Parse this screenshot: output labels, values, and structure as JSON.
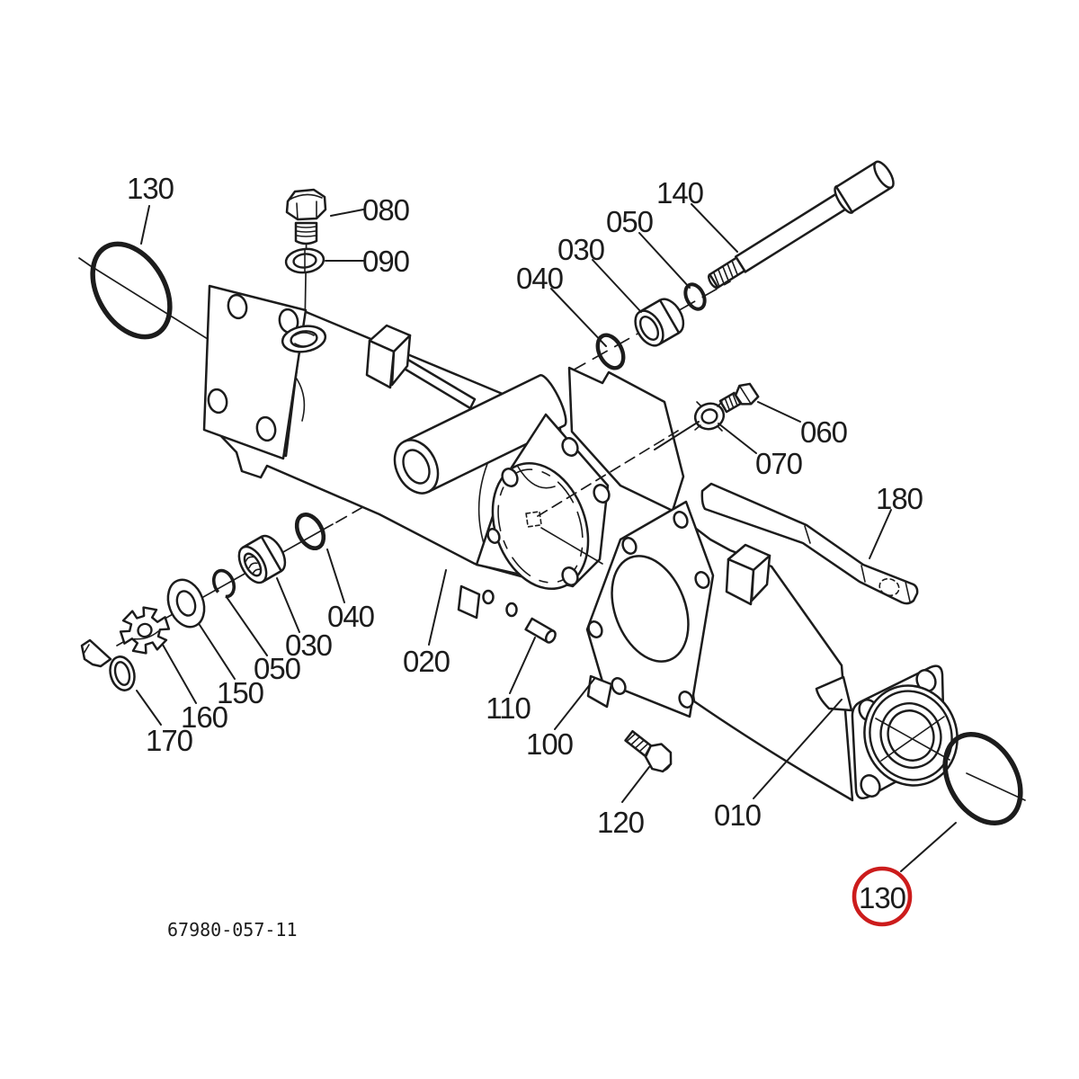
{
  "diagram": {
    "drawing_number": "67980-057-11",
    "colors": {
      "ink": "#1c1c1c",
      "highlight": "#cc1c1c",
      "paper": "#ffffff"
    },
    "highlighted_callout": "130",
    "callouts": [
      {
        "label": "130",
        "part": "o-ring-large",
        "position": "top-left",
        "highlighted": false
      },
      {
        "label": "080",
        "part": "hex-plug",
        "position": "top",
        "highlighted": false
      },
      {
        "label": "090",
        "part": "washer",
        "position": "top",
        "highlighted": false
      },
      {
        "label": "040",
        "part": "o-ring",
        "position": "upper-middle",
        "highlighted": false
      },
      {
        "label": "030",
        "part": "bushing",
        "position": "upper-middle",
        "highlighted": false
      },
      {
        "label": "050",
        "part": "o-ring-small",
        "position": "upper-middle",
        "highlighted": false
      },
      {
        "label": "140",
        "part": "shaft-bolt",
        "position": "top-right",
        "highlighted": false
      },
      {
        "label": "060",
        "part": "hex-plug-small",
        "position": "right",
        "highlighted": false
      },
      {
        "label": "070",
        "part": "lock-washer",
        "position": "right",
        "highlighted": false
      },
      {
        "label": "180",
        "part": "stay-strip",
        "position": "right",
        "highlighted": false
      },
      {
        "label": "020",
        "part": "gear-case-housing",
        "position": "center",
        "highlighted": false
      },
      {
        "label": "110",
        "part": "dowel-pin",
        "position": "center",
        "highlighted": false
      },
      {
        "label": "100",
        "part": "gasket",
        "position": "center",
        "highlighted": false
      },
      {
        "label": "120",
        "part": "flange-bolt",
        "position": "bottom-center",
        "highlighted": false
      },
      {
        "label": "010",
        "part": "axle-case-housing",
        "position": "bottom-right",
        "highlighted": false
      },
      {
        "label": "170",
        "part": "clip",
        "position": "bottom-left",
        "highlighted": false
      },
      {
        "label": "160",
        "part": "slotted-nut",
        "position": "bottom-left",
        "highlighted": false
      },
      {
        "label": "150",
        "part": "washer",
        "position": "bottom-left",
        "highlighted": false
      },
      {
        "label": "050",
        "part": "snap-ring",
        "position": "bottom-left",
        "highlighted": false
      },
      {
        "label": "030",
        "part": "bushing",
        "position": "bottom-left",
        "highlighted": false
      },
      {
        "label": "040",
        "part": "o-ring",
        "position": "bottom-left",
        "highlighted": false
      },
      {
        "label": "130",
        "part": "o-ring-large",
        "position": "bottom-right",
        "highlighted": true
      }
    ]
  }
}
